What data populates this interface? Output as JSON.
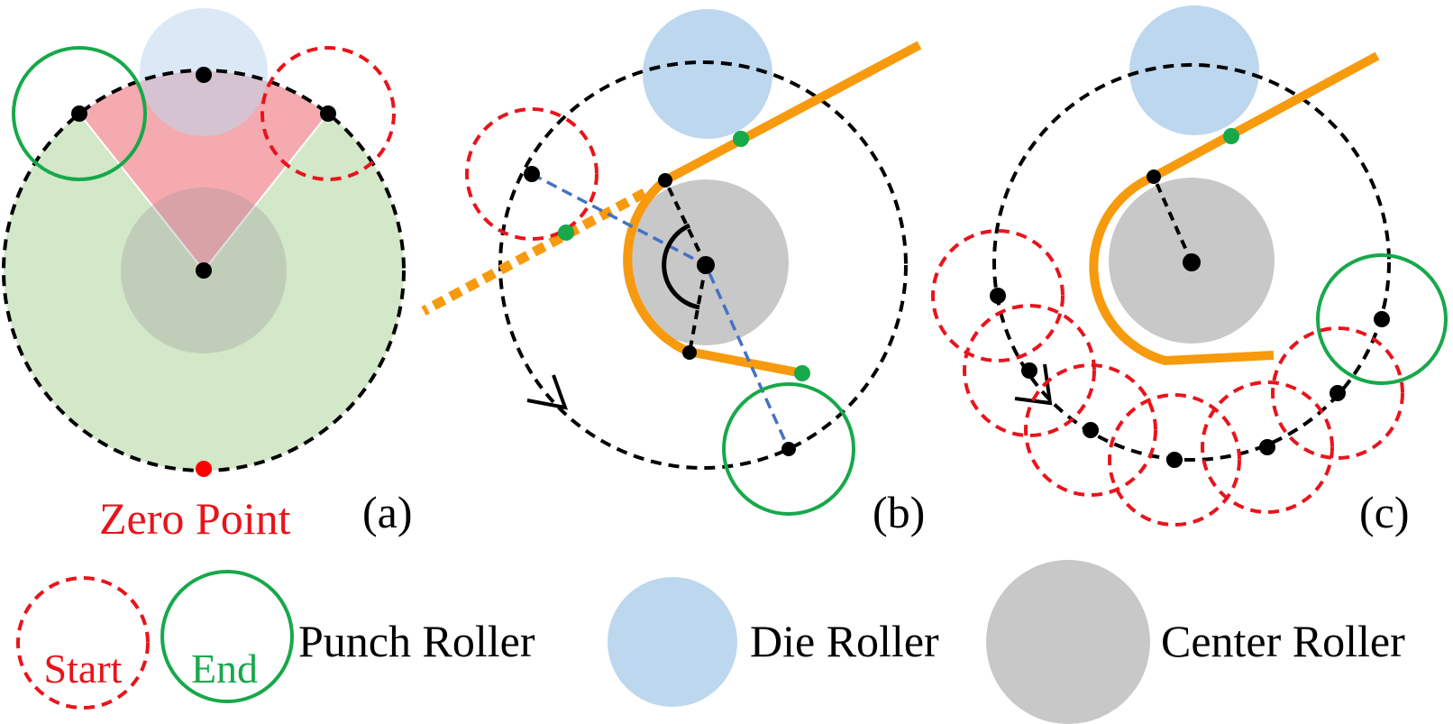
{
  "panels": {
    "a": {
      "label": "(a)",
      "zero_point_label": "Zero Point"
    },
    "b": {
      "label": "(b)"
    },
    "c": {
      "label": "(c)"
    }
  },
  "legend": {
    "start_label": "Start",
    "end_label": "End",
    "punch_roller_label": "Punch Roller",
    "die_roller_label": "Die Roller",
    "center_roller_label": "Center Roller"
  },
  "colors": {
    "start_circle": "#e8141c",
    "end_circle": "#17a84a",
    "die_roller": "#bdd7ee",
    "center_roller": "#c8c8c8",
    "sheet": "#f79a0e",
    "sector_red": "#f4aaaf",
    "sector_green": "#d3e7c9",
    "zero_point": "#ff0000",
    "blue_dashed": "#4472c4"
  }
}
